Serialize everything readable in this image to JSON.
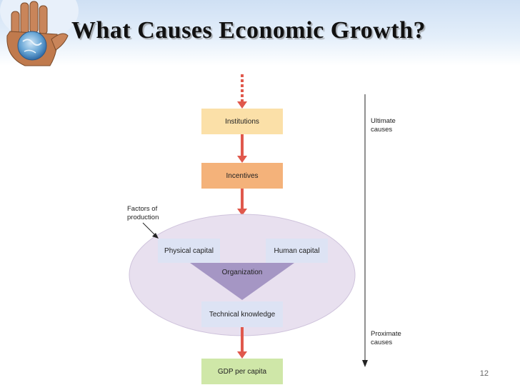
{
  "slide": {
    "title": "What Causes Economic Growth?",
    "number": "12"
  },
  "diagram": {
    "boxes": {
      "institutions": "Institutions",
      "incentives": "Incentives",
      "physical_capital": "Physical capital",
      "human_capital": "Human capital",
      "organization": "Organization",
      "technical_knowledge": "Technical knowledge",
      "gdp_per_capita": "GDP per capita"
    },
    "labels": {
      "factors_line1": "Factors of",
      "factors_line2": "production",
      "ultimate_line1": "Ultimate",
      "ultimate_line2": "causes",
      "proximate_line1": "Proximate",
      "proximate_line2": "causes"
    },
    "colors": {
      "institutions": "#fbe0a8",
      "incentives": "#f4b27a",
      "factor_boxes": "#dde3f4",
      "ellipse": "#e8e0ef",
      "organization": "#a596c4",
      "gdp": "#cfe7a8",
      "arrow": "#e0584c"
    }
  }
}
